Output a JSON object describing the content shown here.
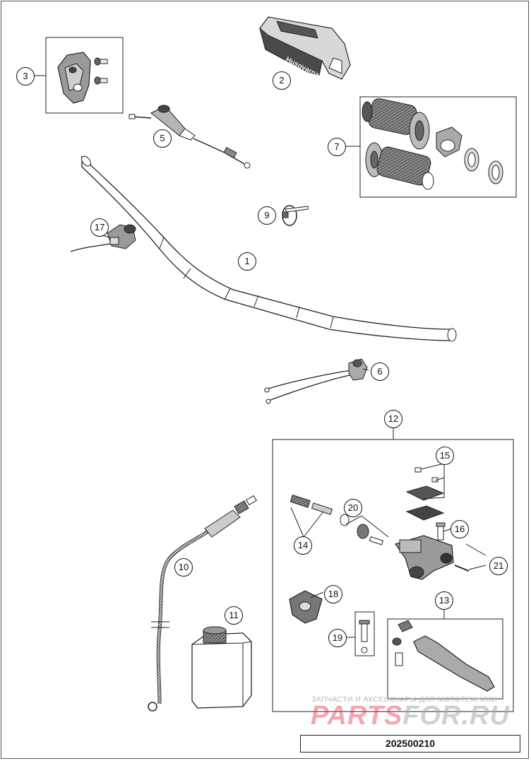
{
  "callouts": {
    "c1": "1",
    "c2": "2",
    "c3": "3",
    "c5": "5",
    "c6": "6",
    "c7": "7",
    "c9": "9",
    "c10": "10",
    "c11": "11",
    "c12": "12",
    "c13": "13",
    "c14": "14",
    "c15": "15",
    "c16": "16",
    "c17": "17",
    "c18": "18",
    "c19": "19",
    "c20": "20",
    "c21": "21"
  },
  "pad_brand": "Husqvarna",
  "watermark": {
    "top": "ЗАПЧАСТИ И АКСЕССУАРЫ ДЛЯ МОТОТЕХНИКИ",
    "big_a": "PARTS",
    "big_b": "FOR.RU"
  },
  "reference_number": "202500210"
}
